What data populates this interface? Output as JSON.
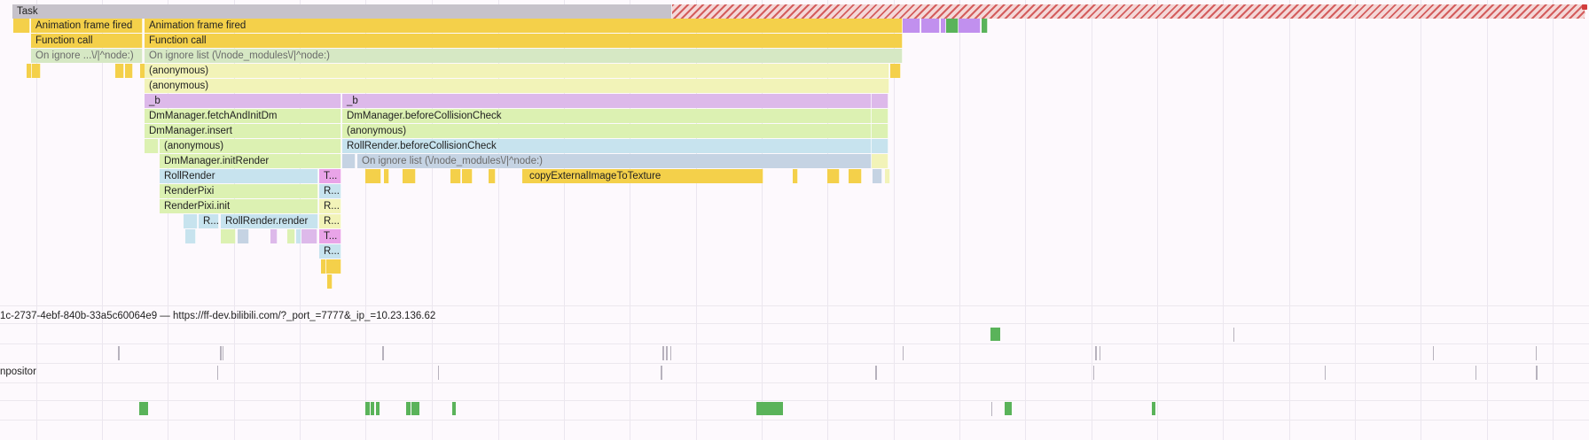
{
  "colors": {
    "task": "#c6c2ca",
    "yellow": "#f4d04a",
    "pale_yellow": "#f2f3b8",
    "pale_green": "#dcf1b2",
    "pale_blue": "#c7e3ee",
    "lavender": "#ddb9ea",
    "grey_blue": "#c5d3e3",
    "ignore_green": "#d6e8c4",
    "purple": "#c190ee",
    "green": "#5ab35a",
    "pink": "#e9a4e8",
    "red_hatch": "#d45d5d"
  },
  "flame": {
    "task": "Task",
    "animation_frame_short": "Animation frame fired",
    "animation_frame": "Animation frame fired",
    "function_call_short": "Function call",
    "function_call": "Function call",
    "ignore_list_short": "On ignore ...\\/|^node:)",
    "ignore_list": "On ignore list (\\/node_modules\\/|^node:)",
    "anonymous_1": "(anonymous)",
    "anonymous_2": "(anonymous)",
    "b_left": "_b",
    "b_right": "_b",
    "fetch_and_init": "DmManager.fetchAndInitDm",
    "before_collision": "DmManager.beforeCollisionCheck",
    "insert": "DmManager.insert",
    "anonymous_3": "(anonymous)",
    "anonymous_inner": "(anonymous)",
    "roll_before_collision": "RollRender.beforeCollisionCheck",
    "init_render": "DmManager.initRender",
    "ignore_list_inner": "On ignore list (\\/node_modules\\/|^node:)",
    "roll_render": "RollRender",
    "t_small_1": "T...",
    "copy_texture": "copyExternalImageToTexture",
    "render_pixi": "RenderPixi",
    "r_small_1": "R...",
    "render_pixi_init": "RenderPixi.init",
    "r_small_2": "R...",
    "r_small_3": "R...",
    "roll_render_render": "RollRender.render",
    "r_small_4": "R...",
    "t_small_2": "T...",
    "r_small_5": "R..."
  },
  "tracks": {
    "frame_url": "1c-2737-4ebf-840b-33a5c60064e9 — https://ff-dev.bilibili.com/?_port_=7777&_ip_=10.23.136.62",
    "compositor": "npositor"
  }
}
